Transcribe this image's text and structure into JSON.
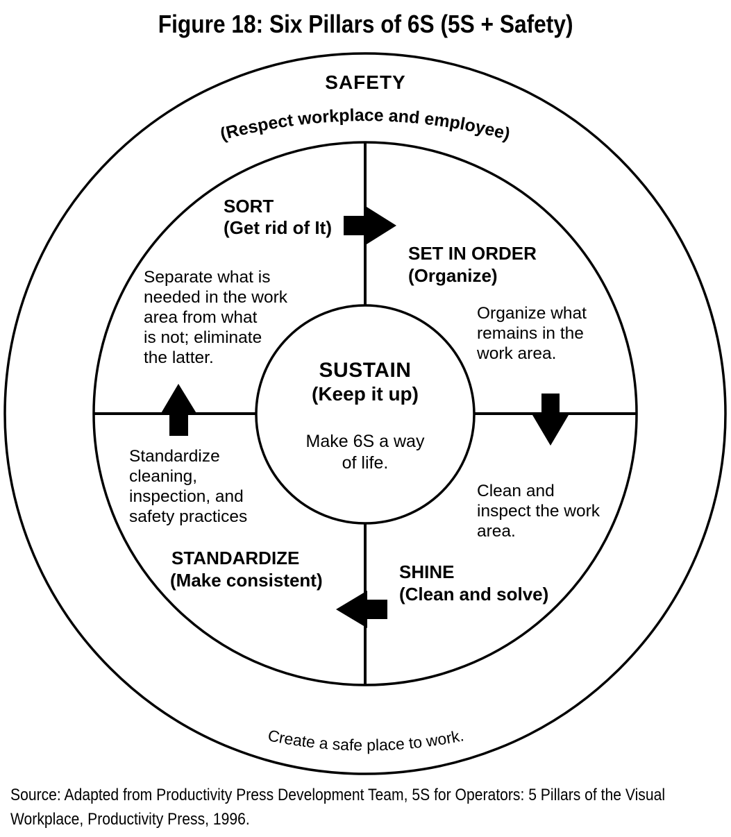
{
  "figure": {
    "title": "Figure 18: Six Pillars of 6S (5S + Safety)",
    "source": "Source: Adapted from Productivity Press Development Team, 5S for Operators: 5 Pillars of the Visual\nWorkplace, Productivity Press, 1996."
  },
  "outer_ring": {
    "label": "SAFETY",
    "top_caption": "(Respect workplace and employee)",
    "bottom_caption": "Create a safe place to work."
  },
  "center_circle": {
    "title": "SUSTAIN",
    "subtitle": "(Keep it up)",
    "description": "Make 6S a way\nof life."
  },
  "quadrants": {
    "sort": {
      "title": "SORT",
      "subtitle": "(Get rid of It)",
      "description": "Separate what is\nneeded in the work\narea from what\nis not; eliminate\nthe latter."
    },
    "set_in_order": {
      "title": "SET IN ORDER",
      "subtitle": "(Organize)",
      "description": "Organize what\nremains in the\nwork area."
    },
    "shine": {
      "title": "SHINE",
      "subtitle": "(Clean and solve)",
      "description": "Clean and\ninspect the work\narea."
    },
    "standardize": {
      "title": "STANDARDIZE",
      "subtitle": "(Make consistent)",
      "description": "Standardize\ncleaning,\ninspection, and\nsafety practices"
    }
  },
  "icons": {
    "arrow_right": "clockwise-step-sort-to-set-in-order",
    "arrow_down": "clockwise-step-set-in-order-to-shine",
    "arrow_left": "clockwise-step-shine-to-standardize",
    "arrow_up": "clockwise-step-standardize-to-sort"
  },
  "colors": {
    "ink": "#000000",
    "background": "#ffffff"
  }
}
